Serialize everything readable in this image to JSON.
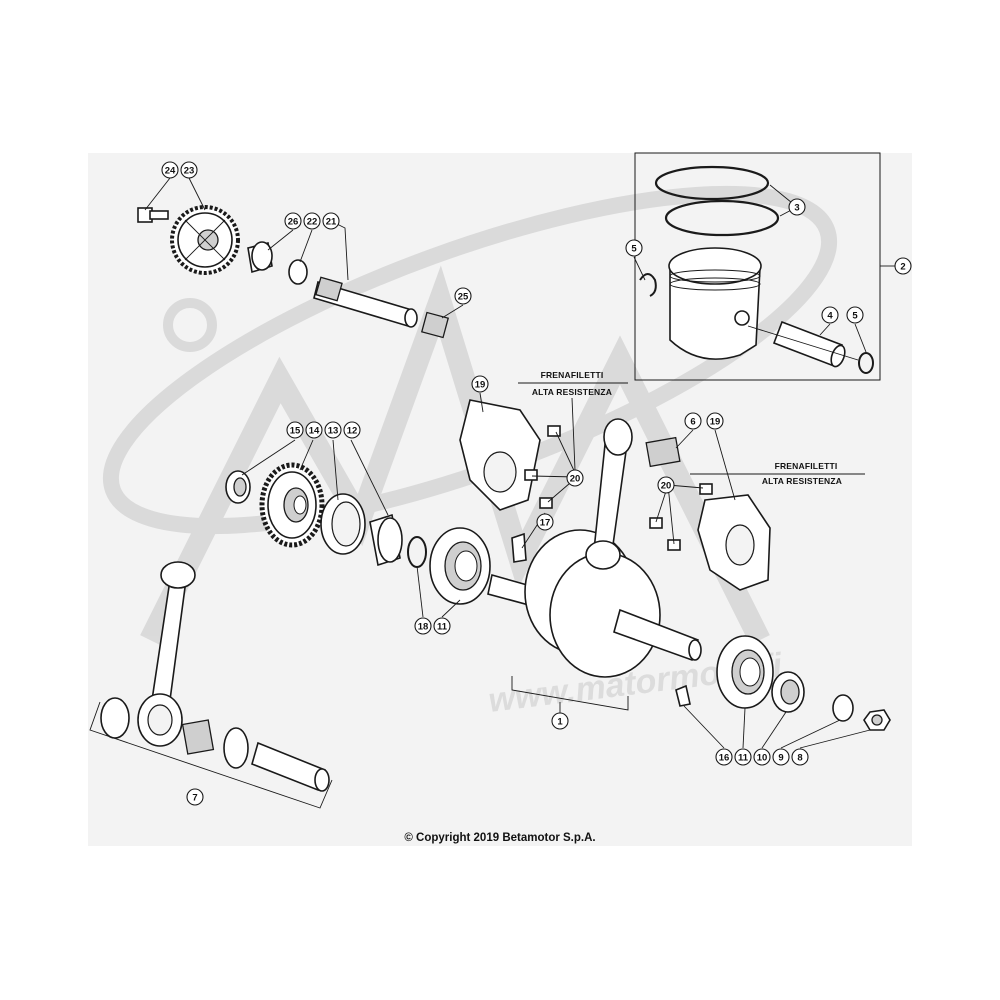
{
  "diagram": {
    "notes": [
      {
        "id": "note-left",
        "line1": "FRENAFILETTI",
        "line2": "ALTA RESISTENZA"
      },
      {
        "id": "note-right",
        "line1": "FRENAFILETTI",
        "line2": "ALTA RESISTENZA"
      }
    ],
    "callouts": {
      "c24": "24",
      "c23": "23",
      "c26": "26",
      "c22": "22",
      "c21": "21",
      "c25": "25",
      "c3": "3",
      "c2": "2",
      "c5a": "5",
      "c4": "4",
      "c5b": "5",
      "c19a": "19",
      "c6": "6",
      "c19b": "19",
      "c15": "15",
      "c14": "14",
      "c13": "13",
      "c12": "12",
      "c20a": "20",
      "c17": "17",
      "c20b": "20",
      "c18": "18",
      "c11a": "11",
      "c1": "1",
      "c16": "16",
      "c11b": "11",
      "c10": "10",
      "c9": "9",
      "c8": "8",
      "c7": "7"
    },
    "watermark": "www.matormoto.fi",
    "copyright": "© Copyright 2019 Betamotor S.p.A."
  },
  "colors": {
    "panel": "#f3f3f3",
    "ink": "#1a1a1a",
    "watermark": "#d8d8d8"
  }
}
